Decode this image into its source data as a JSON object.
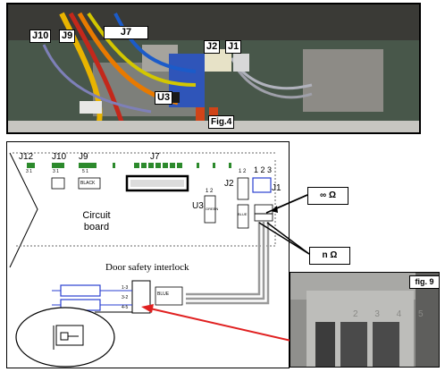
{
  "top_photo": {
    "labels": {
      "j10": "J10",
      "j9": "J9",
      "j7": "J7",
      "j2": "J2",
      "j1": "J1",
      "u3": "U3",
      "fig": "Fig.4"
    }
  },
  "diagram": {
    "connectors": {
      "j12": "J12",
      "j10": "J10",
      "j9": "J9",
      "j7": "J7",
      "j2": "J2",
      "j1": "J1",
      "u3": "U3"
    },
    "pins": {
      "j12": "3 1",
      "j10": "3 1",
      "j9": "5 1",
      "j2": "1 2",
      "j1": "1 2 3",
      "u3": "1 2"
    },
    "small_text": {
      "black": "BLACK",
      "blue": "BLUE",
      "green": "GREEN",
      "blue2": "BLUE"
    },
    "circuit_board_line1": "Circuit",
    "circuit_board_line2": "board",
    "door_interlock_title": "Door safety interlock",
    "interlock_pins": [
      "1-3",
      "3-2",
      "4-5"
    ]
  },
  "callouts": {
    "open_ohm": "∞ Ω",
    "n_ohm": "n Ω"
  },
  "right_photo": {
    "fig": "fig. 9",
    "embossed": "2 3 4 5"
  },
  "colors": {
    "red_arrow": "#e02020",
    "gray_wire": "#9a9a9a",
    "board_dash": "#666666",
    "pcb_green": "#3b5a3a"
  }
}
